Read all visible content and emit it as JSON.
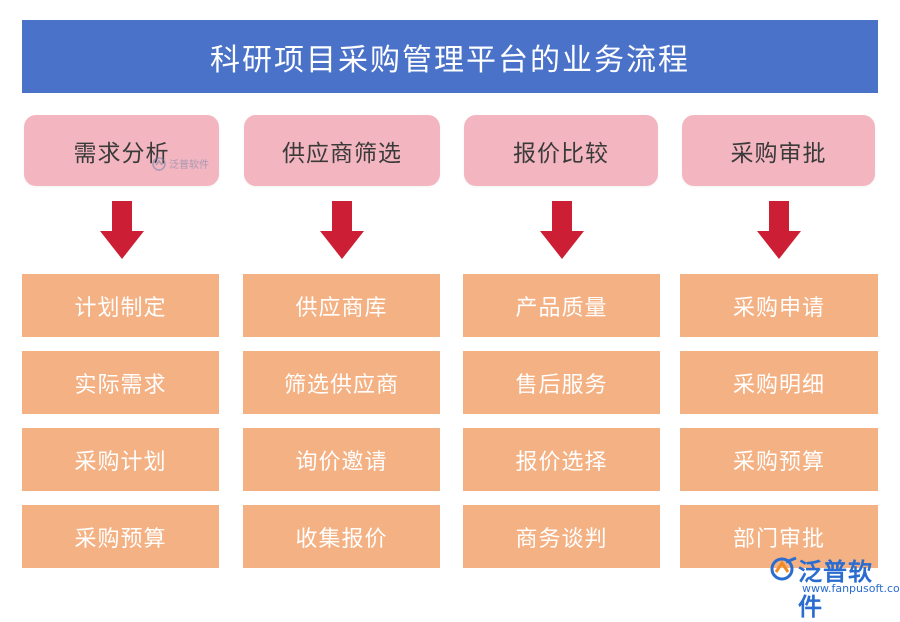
{
  "title": "科研项目采购管理平台的业务流程",
  "columns": [
    {
      "header": "需求分析",
      "items": [
        "计划制定",
        "实际需求",
        "采购计划",
        "采购预算"
      ]
    },
    {
      "header": "供应商筛选",
      "items": [
        "供应商库",
        "筛选供应商",
        "询价邀请",
        "收集报价"
      ]
    },
    {
      "header": "报价比较",
      "items": [
        "产品质量",
        "售后服务",
        "报价选择",
        "商务谈判"
      ]
    },
    {
      "header": "采购审批",
      "items": [
        "采购申请",
        "采购明细",
        "采购预算",
        "部门审批"
      ]
    }
  ],
  "watermark": {
    "text": "泛普软件"
  },
  "logo": {
    "name": "泛普软件",
    "url": "www.fanpusoft.com"
  },
  "colors": {
    "title_bg": "#4a72c9",
    "header_bg": "#f3b6c0",
    "item_bg": "#f4b183",
    "arrow": "#cc1f36",
    "brand": "#2a6ccf"
  }
}
